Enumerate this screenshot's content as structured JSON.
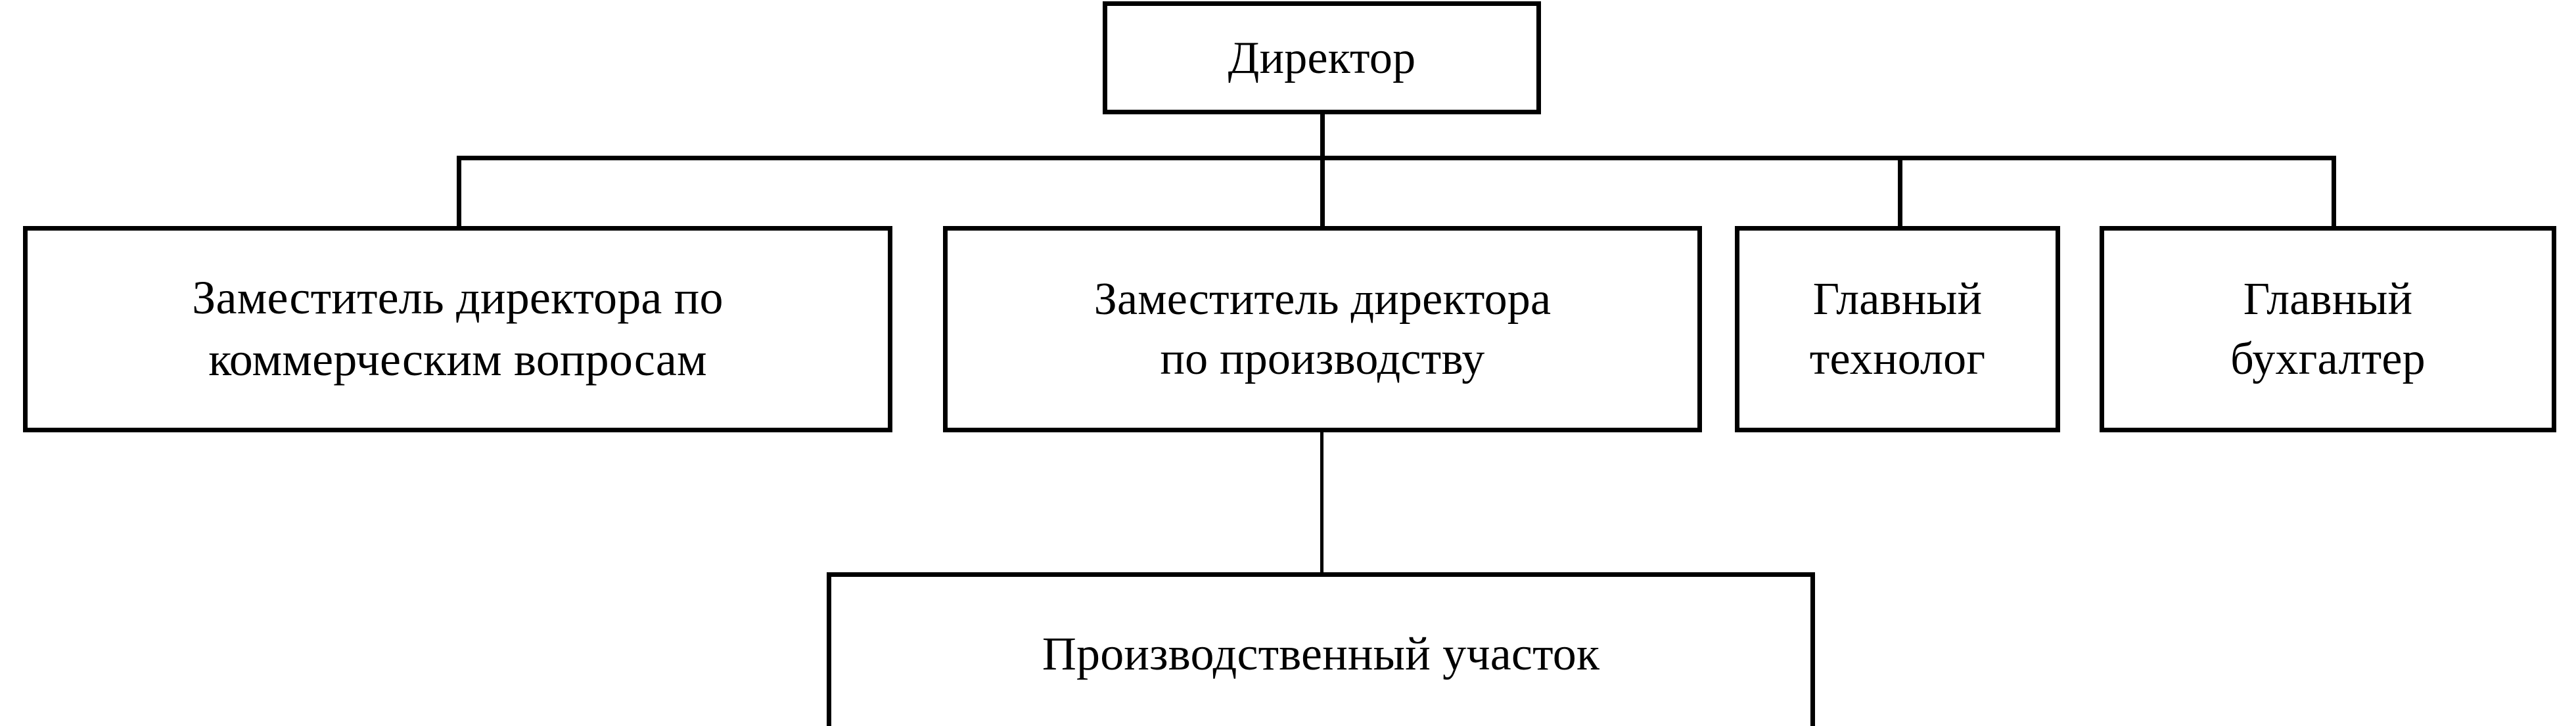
{
  "chart_data": {
    "type": "diagram",
    "subtype": "organizational-hierarchy-tree",
    "title": "",
    "orientation": "top-down",
    "nodes": [
      {
        "id": "director",
        "label": "Директор",
        "level": 0
      },
      {
        "id": "deputy-commercial",
        "label": "Заместитель директора по\nкоммерческим вопросам",
        "level": 1
      },
      {
        "id": "deputy-production",
        "label": "Заместитель директора\nпо производству",
        "level": 1
      },
      {
        "id": "chief-technologist",
        "label": "Главный\nтехнолог",
        "level": 1
      },
      {
        "id": "chief-accountant",
        "label": "Главный\nбухгалтер",
        "level": 1
      },
      {
        "id": "production-site",
        "label": "Производственный участок",
        "level": 2
      }
    ],
    "edges": [
      {
        "from": "director",
        "to": "deputy-commercial"
      },
      {
        "from": "director",
        "to": "deputy-production"
      },
      {
        "from": "director",
        "to": "chief-technologist"
      },
      {
        "from": "director",
        "to": "chief-accountant"
      },
      {
        "from": "deputy-production",
        "to": "production-site"
      }
    ],
    "colors": {
      "stroke": "#000000",
      "fill": "#ffffff",
      "text": "#000000",
      "background": "#ffffff"
    }
  },
  "diagram": {
    "director": {
      "label": "Директор"
    },
    "deputy_commercial": {
      "label": "Заместитель директора по\nкоммерческим вопросам"
    },
    "deputy_production": {
      "label": "Заместитель директора\nпо производству"
    },
    "chief_technologist": {
      "label": "Главный\nтехнолог"
    },
    "chief_accountant": {
      "label": "Главный\nбухгалтер"
    },
    "production_site": {
      "label": "Производственный участок"
    }
  }
}
